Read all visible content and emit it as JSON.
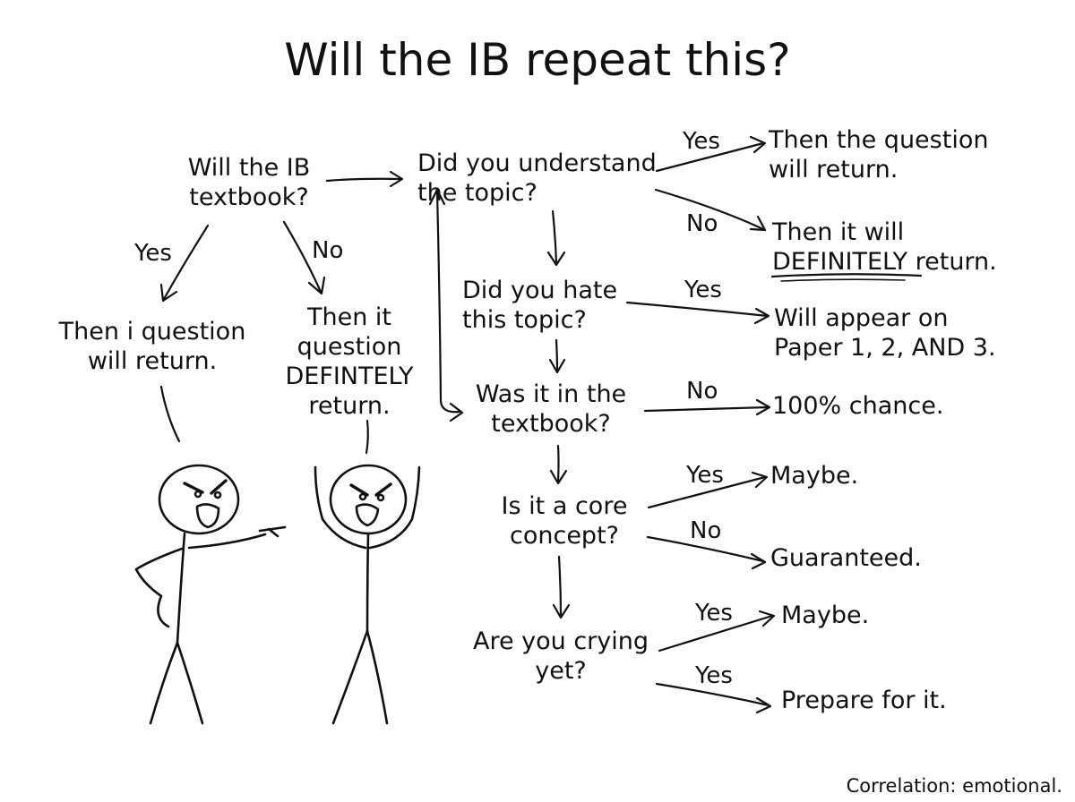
{
  "title": "Will the IB repeat this?",
  "nodes": {
    "q_textbook": "Will the IB\ntextbook?",
    "q_understand": "Did you understand\nthe topic?",
    "q_hate": "Did you hate\nthis topic?",
    "q_in_textbook": "Was it in the\ntextbook?",
    "q_core": "Is it a core\nconcept?",
    "q_crying": "Are you crying\nyet?",
    "a_return": "Then the question\nwill return.",
    "a_definitely_prefix": "Then it will",
    "a_definitely_word": "DEFINITELY",
    "a_definitely_suffix": "return.",
    "a_paper": "Will appear on\nPaper 1, 2, AND 3.",
    "a_100": "100% chance.",
    "a_maybe_1": "Maybe.",
    "a_guaranteed": "Guaranteed.",
    "a_maybe_2": "Maybe.",
    "a_prepare": "Prepare for it.",
    "left_yes": "Then i question\nwill return.",
    "left_no": "Then it\nquestion\nDEFINTELY\nreturn."
  },
  "edge_labels": {
    "textbook_yes": "Yes",
    "textbook_no": "No",
    "understand_yes": "Yes",
    "understand_no": "No",
    "hate_yes": "Yes",
    "in_textbook_no": "No",
    "core_yes": "Yes",
    "core_no": "No",
    "crying_yes_1": "Yes",
    "crying_yes_2": "Yes"
  },
  "footer": "Correlation: emotional."
}
